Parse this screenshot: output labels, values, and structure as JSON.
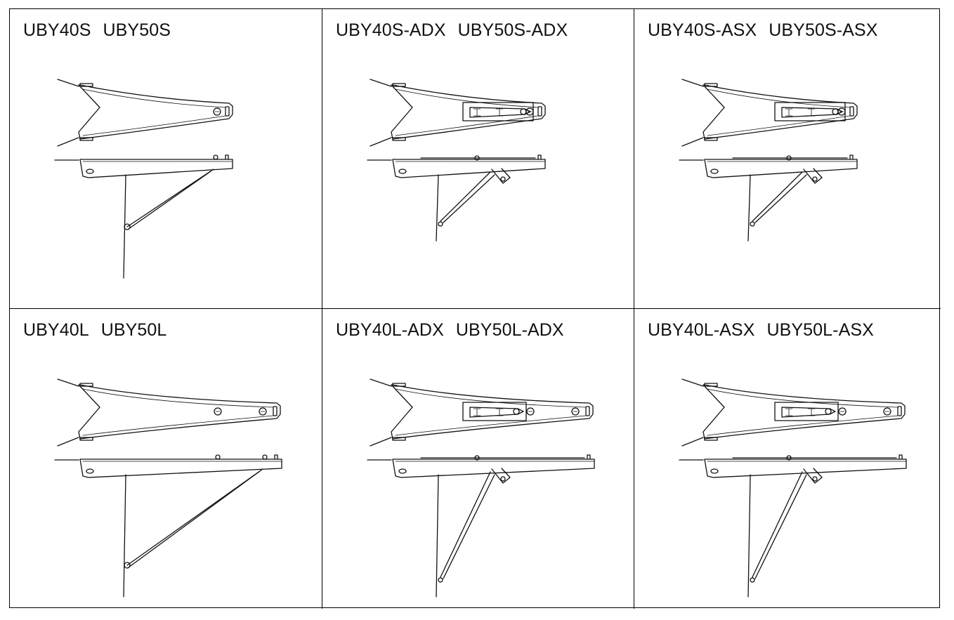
{
  "panels": [
    {
      "models": [
        "UBY40S",
        "UBY50S"
      ],
      "arm": "short",
      "mount": "none"
    },
    {
      "models": [
        "UBY40S-ADX",
        "UBY50S-ADX"
      ],
      "arm": "short",
      "mount": "adx"
    },
    {
      "models": [
        "UBY40S-ASX",
        "UBY50S-ASX"
      ],
      "arm": "short",
      "mount": "asx"
    },
    {
      "models": [
        "UBY40L",
        "UBY50L"
      ],
      "arm": "long",
      "mount": "none"
    },
    {
      "models": [
        "UBY40L-ADX",
        "UBY50L-ADX"
      ],
      "arm": "long",
      "mount": "adx"
    },
    {
      "models": [
        "UBY40L-ASX",
        "UBY50L-ASX"
      ],
      "arm": "long",
      "mount": "asx"
    }
  ],
  "colors": {
    "line": "#111111",
    "border": "#000000",
    "background": "#ffffff"
  }
}
